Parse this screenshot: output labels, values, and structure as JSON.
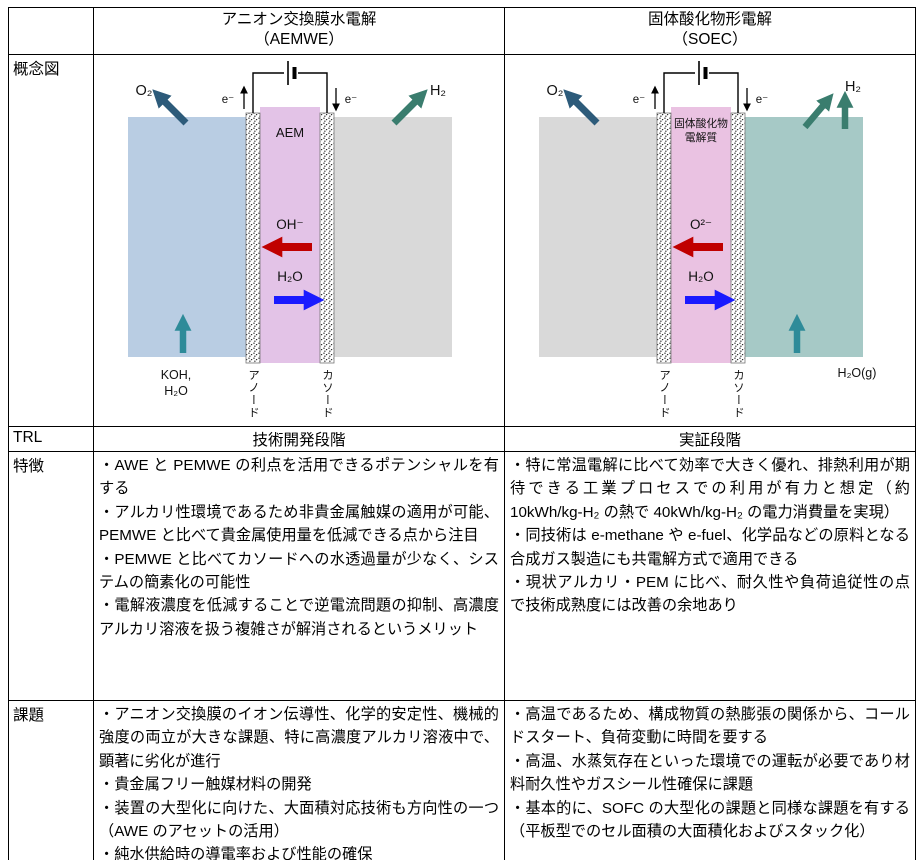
{
  "table": {
    "columns": {
      "aemwe": {
        "title": "アニオン交換膜水電解",
        "subtitle": "（AEMWE）"
      },
      "soec": {
        "title": "固体酸化物形電解",
        "subtitle": "（SOEC）"
      }
    },
    "row_labels": {
      "diagram": "概念図",
      "trl": "TRL",
      "features": "特徴",
      "issues": "課題"
    },
    "trl": {
      "aemwe": "技術開発段階",
      "soec": "実証段階"
    }
  },
  "features": {
    "aemwe": [
      "・AWE と PEMWE の利点を活用できるポテンシャルを有する",
      "・アルカリ性環境であるため非貴金属触媒の適用が可能、PEMWE と比べて貴金属使用量を低減できる点から注目",
      "・PEMWE と比べてカソードへの水透過量が少なく、システムの簡素化の可能性",
      "・電解液濃度を低減することで逆電流問題の抑制、高濃度アルカリ溶液を扱う複雑さが解消されるというメリット"
    ],
    "soec": [
      "・特に常温電解に比べて効率で大きく優れ、排熱利用が期待できる工業プロセスでの利用が有力と想定（約 10kWh/kg-H₂ の熱で 40kWh/kg-H₂ の電力消費量を実現）",
      "・同技術は e-methane や e-fuel、化学品などの原料となる合成ガス製造にも共電解方式で適用できる",
      "・現状アルカリ・PEM に比べ、耐久性や負荷追従性の点で技術成熟度には改善の余地あり"
    ]
  },
  "issues": {
    "aemwe": [
      "・アニオン交換膜のイオン伝導性、化学的安定性、機械的強度の両立が大きな課題、特に高濃度アルカリ溶液中で、顕著に劣化が進行",
      "・貴金属フリー触媒材料の開発",
      "・装置の大型化に向けた、大面積対応技術も方向性の一つ（AWE のアセットの活用）",
      "・純水供給時の導電率および性能の確保"
    ],
    "soec": [
      "・高温であるため、構成物質の熱膨張の関係から、コールドスタート、負荷変動に時間を要する",
      "・高温、水蒸気存在といった環境での運転が必要であり材料耐久性やガスシール性確保に課題",
      "・基本的に、SOFC の大型化の課題と同様な課題を有する（平板型でのセル面積の大面積化およびスタック化）"
    ]
  },
  "diagram_aemwe": {
    "o2": "O₂",
    "h2": "H₂",
    "electron": "e⁻",
    "membrane": "AEM",
    "ion": "OH⁻",
    "water": "H₂O",
    "feed_line1": "KOH,",
    "feed_line2": "H₂O",
    "anode": "アノード",
    "cathode": "カソード"
  },
  "diagram_soec": {
    "o2": "O₂",
    "h2": "H₂",
    "electron": "e⁻",
    "membrane_line1": "固体酸化物",
    "membrane_line2": "電解質",
    "ion": "O²⁻",
    "water": "H₂O",
    "feed": "H₂O(g)",
    "anode": "アノード",
    "cathode": "カソード"
  },
  "colors": {
    "region_blue": "#b9cde3",
    "region_gray": "#d9d9d9",
    "region_teal": "#a6c9c6",
    "membrane_aem": "#e3c3e7",
    "membrane_soec": "#eac2e2",
    "ion_arrow_red": "#c00000",
    "water_arrow_blue": "#1a1aff",
    "o2_arrow": "#2d5b7a",
    "h2_arrow": "#3a7d6e",
    "feed_arrow": "#2e8b99",
    "anode_label": "#e36c0a",
    "cathode_label": "#4472c4"
  }
}
